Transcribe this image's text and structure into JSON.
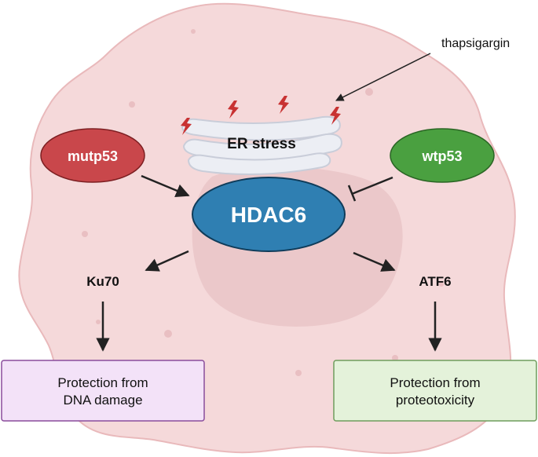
{
  "labels": {
    "thapsigargin": "thapsigargin",
    "er_stress": "ER stress",
    "mutp53": "mutp53",
    "wtp53": "wtp53",
    "hdac6": "HDAC6",
    "ku70": "Ku70",
    "atf6": "ATF6",
    "box_left_line1": "Protection from",
    "box_left_line2": "DNA damage",
    "box_right_line1": "Protection from",
    "box_right_line2": "proteotoxicity"
  },
  "colors": {
    "cell_fill": "#f5d9da",
    "cell_stroke": "#e9b9bb",
    "nucleus_fill": "#e8c3c6",
    "er_fill": "#eceef4",
    "er_stroke": "#c9cdd9",
    "lightning": "#c83232",
    "mutp53_fill": "#c9474b",
    "mutp53_stroke": "#7d1f22",
    "wtp53_fill": "#4aa040",
    "wtp53_stroke": "#2a6524",
    "hdac6_fill": "#2f7fb2",
    "hdac6_stroke": "#0f3c5a",
    "box_left_fill": "#f3e2f8",
    "box_left_stroke": "#8a4c9c",
    "box_right_fill": "#e4f2da",
    "box_right_stroke": "#6f9d5d",
    "arrow": "#222222"
  },
  "icons": [
    "lightning-bolt-icon",
    "er-membrane-icon",
    "cell-membrane-icon"
  ]
}
